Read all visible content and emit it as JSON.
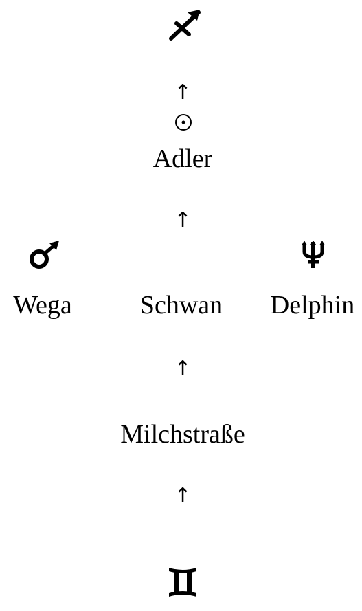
{
  "diagram": {
    "symbols": {
      "top": "sagittarius-icon",
      "adler": "sun-icon",
      "wega": "mars-icon",
      "delphin": "neptune-icon",
      "bottom": "gemini-icon"
    },
    "arrow_glyph": "↑",
    "nodes": {
      "adler": "Adler",
      "wega": "Wega",
      "schwan": "Schwan",
      "delphin": "Delphin",
      "milchstrasse": "Milchstraße"
    },
    "edges": [
      {
        "from": "milchstrasse",
        "to": "schwan"
      },
      {
        "from": "schwan",
        "to": "adler"
      },
      {
        "from": "adler",
        "to": "sagittarius"
      },
      {
        "from": "gemini",
        "to": "milchstrasse"
      }
    ],
    "color": "#000000"
  }
}
